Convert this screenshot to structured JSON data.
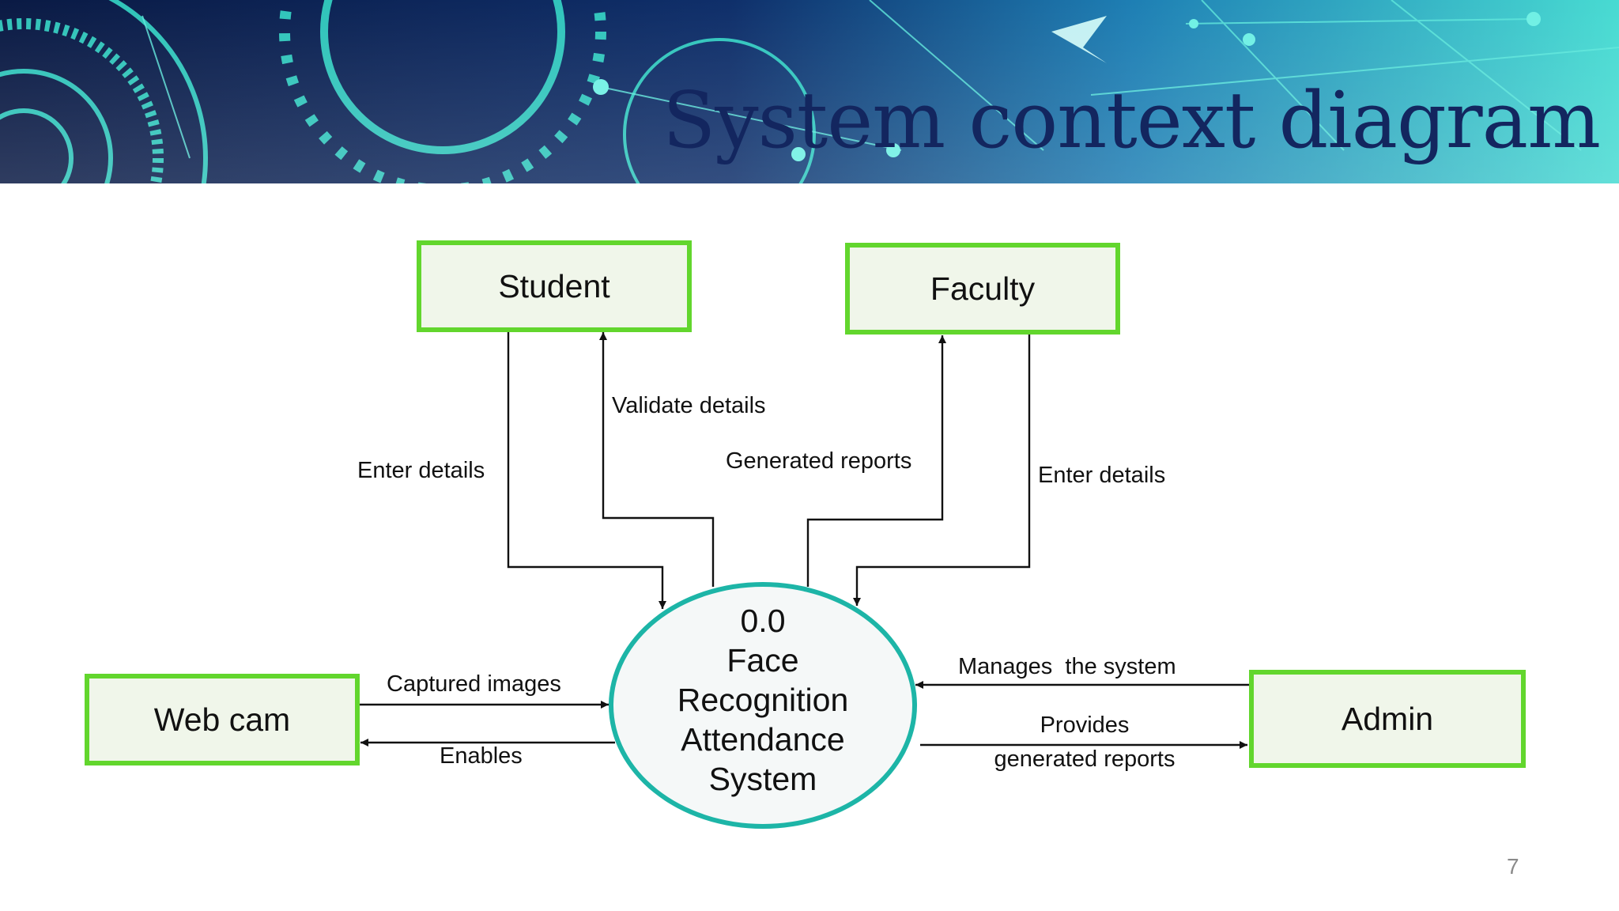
{
  "title": "System context diagram",
  "page_number": "7",
  "colors": {
    "entity_border": "#62d62d",
    "entity_fill": "#f0f6ea",
    "process_border": "#1db5a7",
    "title": "#13265f",
    "banner_dark": "#0b1f4e",
    "banner_teal": "#3fd9cf"
  },
  "entities": {
    "student": "Student",
    "faculty": "Faculty",
    "webcam": "Web cam",
    "admin": "Admin"
  },
  "process": {
    "number": "0.0",
    "line1": "Face",
    "line2": "Recognition",
    "line3": "Attendance",
    "line4": "System"
  },
  "flows": {
    "student_enter": "Enter details",
    "student_validate": "Validate details",
    "faculty_reports": "Generated reports",
    "faculty_enter": "Enter details",
    "webcam_captured": "Captured images",
    "webcam_enables": "Enables",
    "admin_manages": "Manages  the system",
    "admin_provides_1": "Provides",
    "admin_provides_2": "generated reports"
  }
}
